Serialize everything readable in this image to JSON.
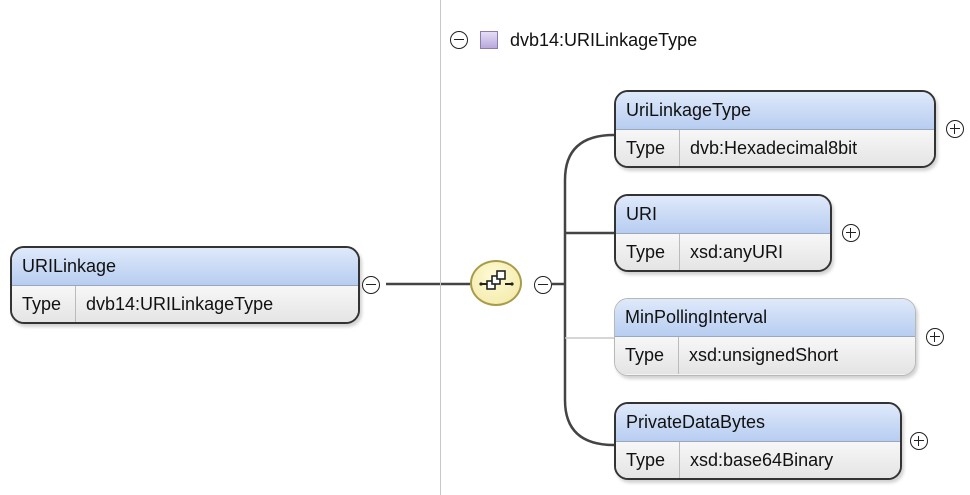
{
  "type_label": "Type",
  "root": {
    "name": "URILinkage",
    "type": "dvb14:URILinkageType"
  },
  "group": {
    "title": "dvb14:URILinkageType"
  },
  "children": [
    {
      "name": "UriLinkageType",
      "type": "dvb:Hexadecimal8bit",
      "optional": false
    },
    {
      "name": "URI",
      "type": "xsd:anyURI",
      "optional": false
    },
    {
      "name": "MinPollingInterval",
      "type": "xsd:unsignedShort",
      "optional": true
    },
    {
      "name": "PrivateDataBytes",
      "type": "xsd:base64Binary",
      "optional": false
    }
  ],
  "colors": {
    "header_blue": "#b7cdf1",
    "sequence_yellow": "#f1e7a2",
    "group_purple": "#b9a8dc"
  },
  "icons": [
    "collapse-icon",
    "expand-icon",
    "sequence-compositor-icon",
    "complex-type-icon"
  ]
}
